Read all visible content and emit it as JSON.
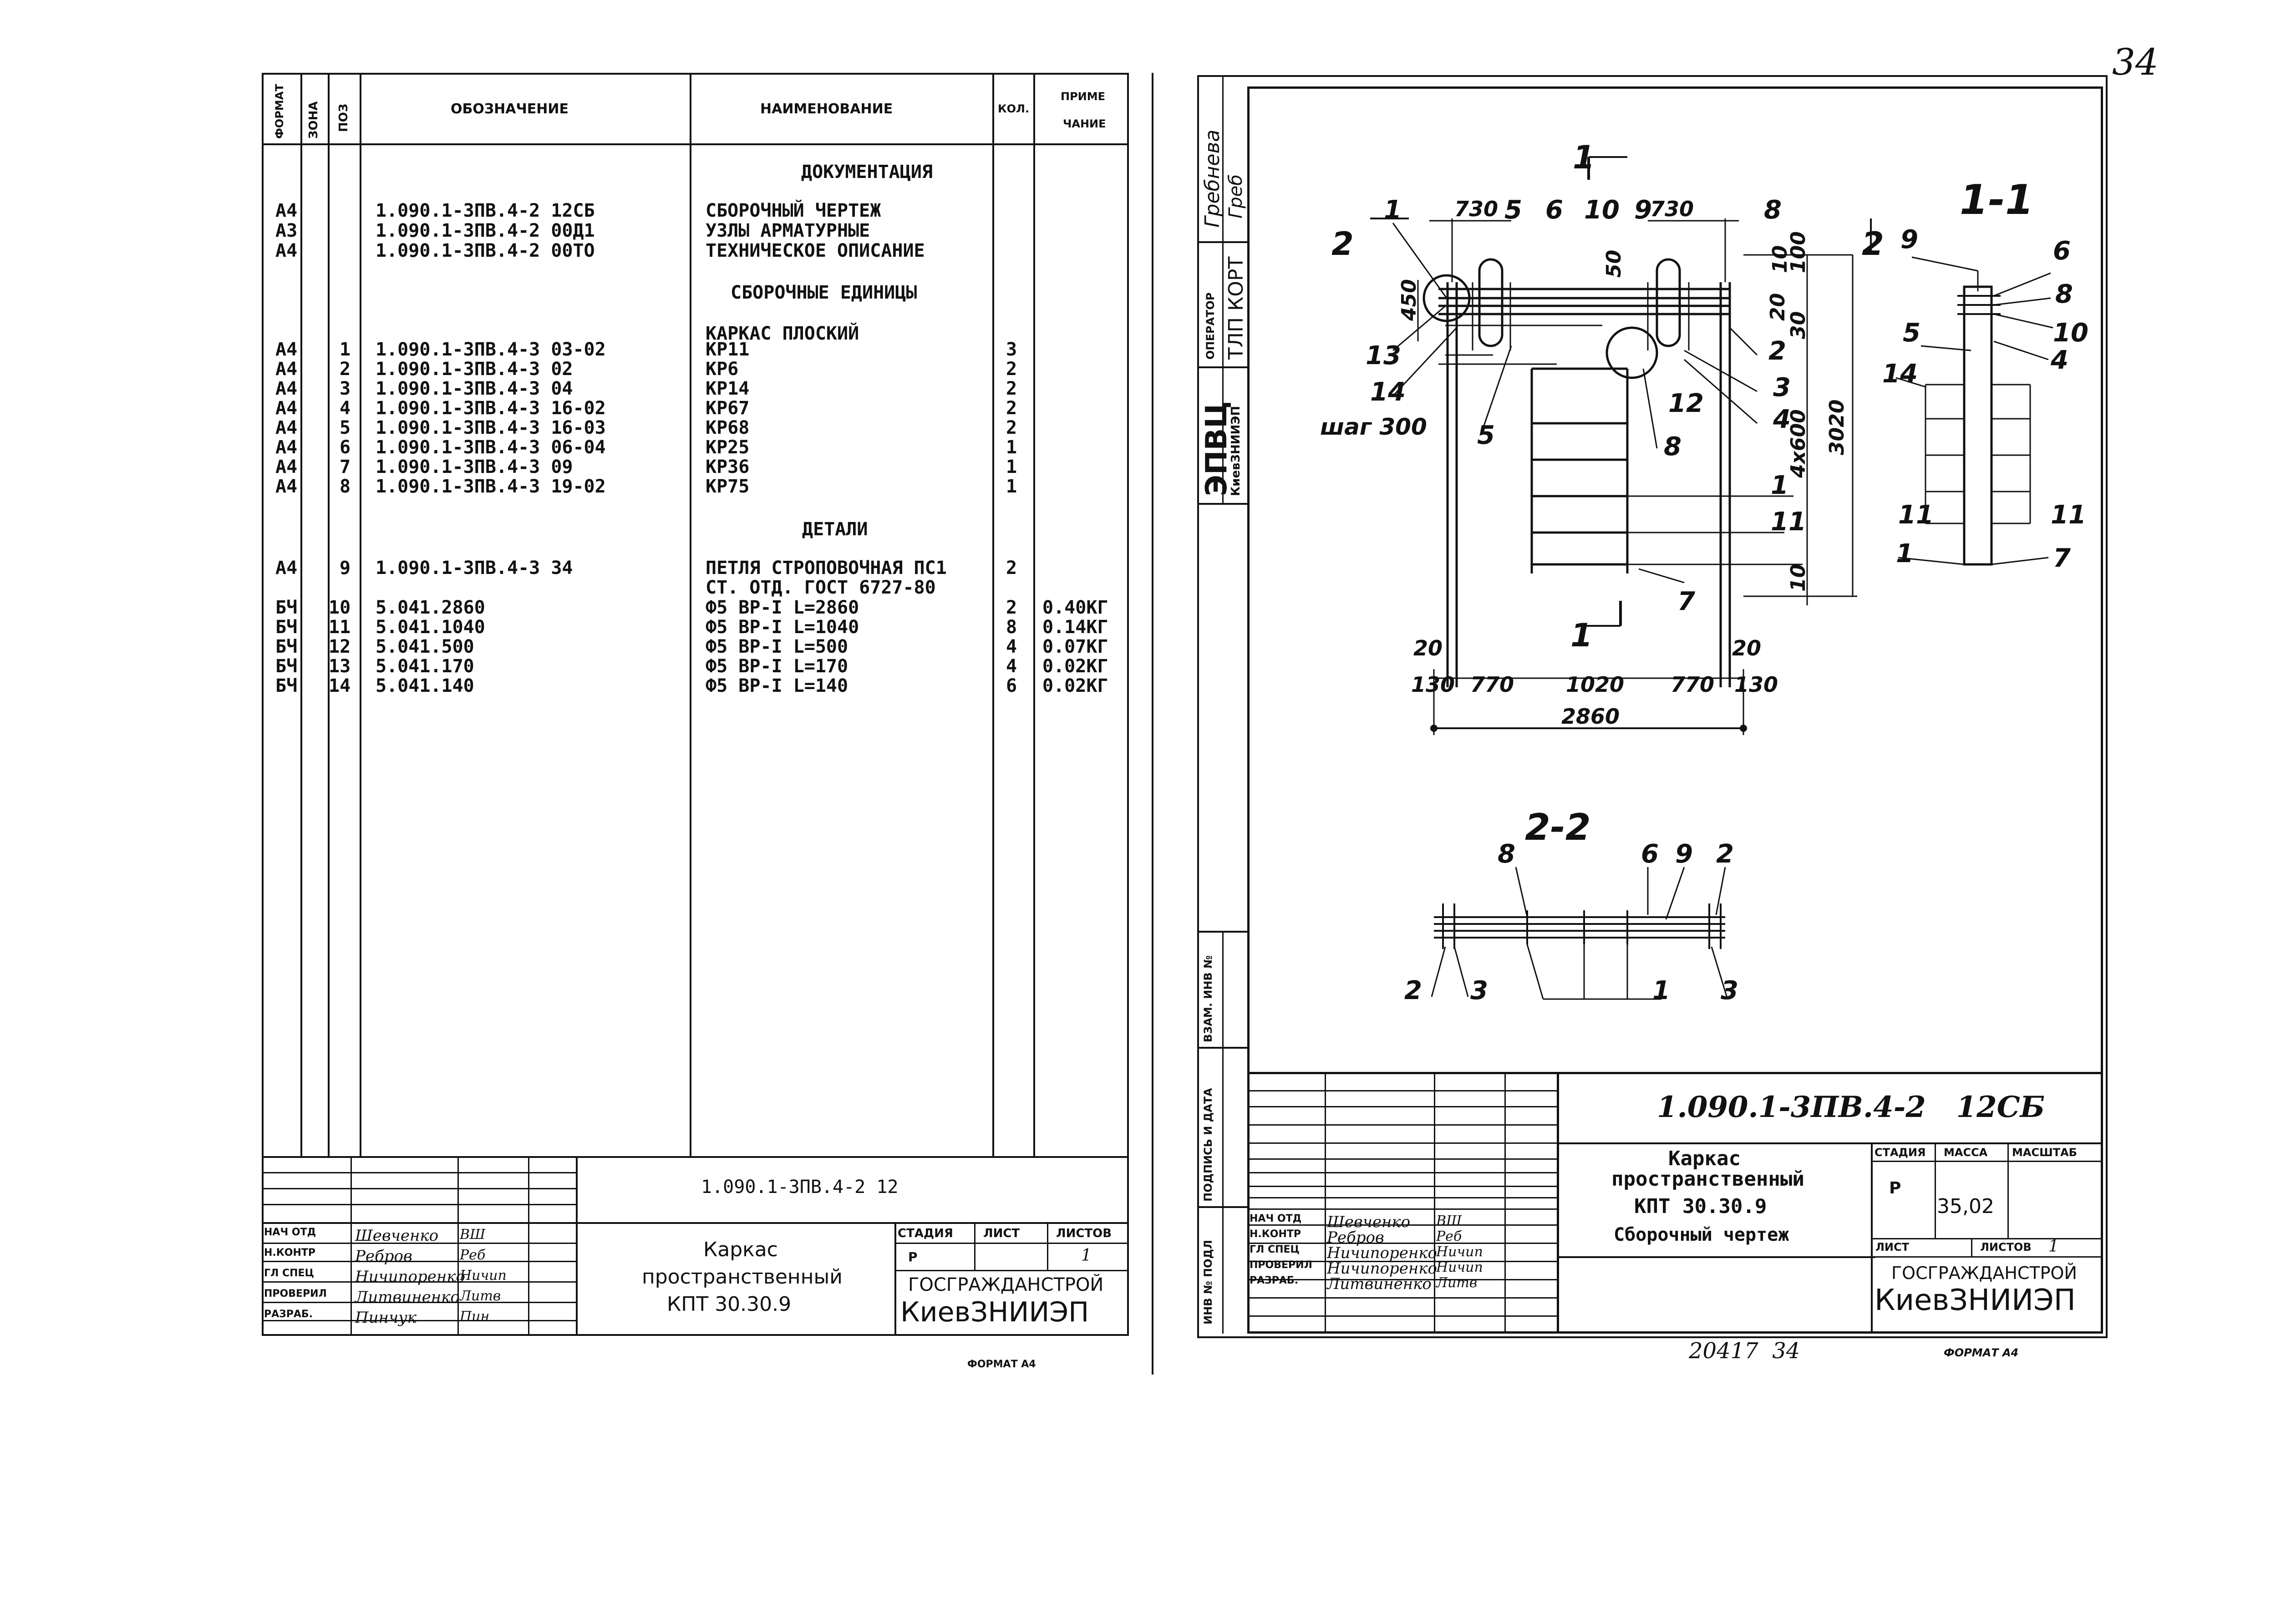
{
  "page_corner_number": "34",
  "left_sheet": {
    "headers": {
      "format": "ФОРМАТ",
      "zone": "ЗОНА",
      "pos": "ПОЗ",
      "designation": "ОБОЗНАЧЕНИЕ",
      "name": "НАИМЕНОВАНИЕ",
      "qty": "КОЛ.",
      "note_line1": "ПРИМЕ",
      "note_line2": "ЧАНИЕ"
    },
    "sections": {
      "documentation": "ДОКУМЕНТАЦИЯ",
      "assembly_units": "СБОРОЧНЫЕ ЕДИНИЦЫ",
      "flat_frame": "КАРКАС ПЛОСКИЙ",
      "details": "ДЕТАЛИ"
    },
    "doc_rows": [
      {
        "format": "А4",
        "designation": "1.090.1-3ПВ.4-2 12СБ",
        "name": "СБОРОЧНЫЙ ЧЕРТЕЖ"
      },
      {
        "format": "А3",
        "designation": "1.090.1-3ПВ.4-2 00Д1",
        "name": "УЗЛЫ АРМАТУРНЫЕ"
      },
      {
        "format": "А4",
        "designation": "1.090.1-3ПВ.4-2 00ТО",
        "name": "ТЕХНИЧЕСКОЕ ОПИСАНИЕ"
      }
    ],
    "unit_rows": [
      {
        "format": "А4",
        "pos": "1",
        "designation": "1.090.1-3ПВ.4-3 03-02",
        "name": "КР11",
        "qty": "3"
      },
      {
        "format": "А4",
        "pos": "2",
        "designation": "1.090.1-3ПВ.4-3 02",
        "name": "КР6",
        "qty": "2"
      },
      {
        "format": "А4",
        "pos": "3",
        "designation": "1.090.1-3ПВ.4-3 04",
        "name": "КР14",
        "qty": "2"
      },
      {
        "format": "А4",
        "pos": "4",
        "designation": "1.090.1-3ПВ.4-3 16-02",
        "name": "КР67",
        "qty": "2"
      },
      {
        "format": "А4",
        "pos": "5",
        "designation": "1.090.1-3ПВ.4-3 16-03",
        "name": "КР68",
        "qty": "2"
      },
      {
        "format": "А4",
        "pos": "6",
        "designation": "1.090.1-3ПВ.4-3 06-04",
        "name": "КР25",
        "qty": "1"
      },
      {
        "format": "А4",
        "pos": "7",
        "designation": "1.090.1-3ПВ.4-3 09",
        "name": "КР36",
        "qty": "1"
      },
      {
        "format": "А4",
        "pos": "8",
        "designation": "1.090.1-3ПВ.4-3 19-02",
        "name": "КР75",
        "qty": "1"
      }
    ],
    "detail_rows": [
      {
        "format": "А4",
        "pos": "9",
        "designation": "1.090.1-3ПВ.4-3 34",
        "name": "ПЕТЛЯ СТРОПОВОЧНАЯ ПС1",
        "qty": "2",
        "note": ""
      },
      {
        "format": "",
        "pos": "",
        "designation": "",
        "name": "СТ. ОТД. ГОСТ 6727-80",
        "qty": "",
        "note": ""
      },
      {
        "format": "БЧ",
        "pos": "10",
        "designation": "5.041.2860",
        "name": "Ф5 ВР-I L=2860",
        "qty": "2",
        "note": "0.40КГ"
      },
      {
        "format": "БЧ",
        "pos": "11",
        "designation": "5.041.1040",
        "name": "Ф5 ВР-I L=1040",
        "qty": "8",
        "note": "0.14КГ"
      },
      {
        "format": "БЧ",
        "pos": "12",
        "designation": "5.041.500",
        "name": "Ф5 ВР-I L=500",
        "qty": "4",
        "note": "0.07КГ"
      },
      {
        "format": "БЧ",
        "pos": "13",
        "designation": "5.041.170",
        "name": "Ф5 ВР-I L=170",
        "qty": "4",
        "note": "0.02КГ"
      },
      {
        "format": "БЧ",
        "pos": "14",
        "designation": "5.041.140",
        "name": "Ф5 ВР-I L=140",
        "qty": "6",
        "note": "0.02КГ"
      }
    ],
    "title_block": {
      "doc_code": "1.090.1-3ПВ.4-2 12",
      "title_line1": "Каркас",
      "title_line2": "пространственный",
      "title_line3": "КПТ 30.30.9",
      "stage_label": "СТАДИЯ",
      "sheet_label": "ЛИСТ",
      "sheets_label": "ЛИСТОВ",
      "stage_value": "Р",
      "sheets_value": "1",
      "org_line1": "ГОСГРАЖДАНСТРОЙ",
      "org_line2": "КиевЗНИИЭП",
      "roles": [
        {
          "role": "НАЧ ОТД",
          "name": "Шевченко",
          "sign": "ВШ"
        },
        {
          "role": "Н.КОНТР",
          "name": "Ребров",
          "sign": "Реб"
        },
        {
          "role": "ГЛ СПЕЦ",
          "name": "Ничипоренко",
          "sign": "Ничип"
        },
        {
          "role": "ПРОВЕРИЛ",
          "name": "Литвиненко",
          "sign": "Литв"
        },
        {
          "role": "РАЗРАБ.",
          "name": "Пинчук",
          "sign": "Пин"
        }
      ]
    },
    "format_label": "ФОРМАТ А4"
  },
  "right_sheet": {
    "side_stamp": {
      "name1": "Гребнева",
      "sign1": "Греб",
      "operator_label": "ОПЕРАТОР",
      "operator_value": "ТЛП КОРТ",
      "epvc": "ЭПВЦ",
      "kiev": "КиевЗНИИЭП",
      "vzam": "ВЗАМ. ИНВ №",
      "podpis": "ПОДПИСЬ И ДАТА",
      "inv": "ИНВ № ПОДЛ"
    },
    "drawing": {
      "section_1_1": "1-1",
      "section_2_2": "2-2",
      "step_label": "шаг 300",
      "dims_top": [
        "730",
        "730"
      ],
      "dims_bottom": [
        "130",
        "770",
        "1020",
        "770",
        "130"
      ],
      "dim_total": "2860",
      "dims_side": [
        "100",
        "10",
        "50",
        "20",
        "30",
        "450",
        "3020",
        "4x600",
        "10"
      ],
      "dims_edge": [
        "20",
        "20"
      ],
      "cut_1": "1",
      "cut_2": "2",
      "callouts_plan": [
        "1",
        "5",
        "6",
        "10",
        "9",
        "8",
        "13",
        "14",
        "2",
        "3",
        "4",
        "5",
        "12",
        "8",
        "1",
        "11",
        "7"
      ],
      "callouts_1_1": [
        "9",
        "6",
        "8",
        "10",
        "5",
        "4",
        "14",
        "11",
        "11",
        "1",
        "7"
      ],
      "callouts_2_2": [
        "8",
        "6",
        "9",
        "2",
        "2",
        "3",
        "1",
        "3"
      ]
    },
    "title_block": {
      "doc_code": "1.090.1-3ПВ.4-2   12СБ",
      "title_line1": "Каркас",
      "title_line2": "пространственный",
      "title_line3": "КПТ 30.30.9",
      "title_line4": "Сборочный чертеж",
      "stage_label": "СТАДИЯ",
      "mass_label": "МАССА",
      "scale_label": "МАСШТАБ",
      "stage_value": "Р",
      "mass_value": "35,02",
      "sheet_label": "ЛИСТ",
      "sheets_label": "ЛИСТОВ",
      "sheets_value": "1",
      "org_line1": "ГОСГРАЖДАНСТРОЙ",
      "org_line2": "КиевЗНИИЭП",
      "roles": [
        {
          "role": "НАЧ ОТД",
          "name": "Шевченко",
          "sign": "ВШ"
        },
        {
          "role": "Н.КОНТР",
          "name": "Ребров",
          "sign": "Реб"
        },
        {
          "role": "ГЛ СПЕЦ",
          "name": "Ничипоренко",
          "sign": "Ничип"
        },
        {
          "role": "ПРОВЕРИЛ",
          "name": "Ничипоренко",
          "sign": "Ничип"
        },
        {
          "role": "РАЗРАБ.",
          "name": "Литвиненко",
          "sign": "Литв"
        }
      ]
    },
    "archive_number": "20417  34",
    "format_label": "ФОРМАТ А4"
  }
}
